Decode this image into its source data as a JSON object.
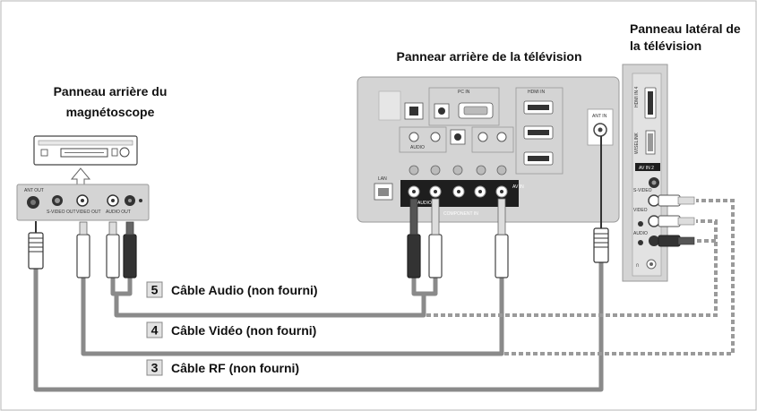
{
  "titles": {
    "vcr_line1": "Panneau arrière du",
    "vcr_line2": "magnétoscope",
    "tv_back": "Pannear arrière de la télévision",
    "tv_side_line1": "Panneau latéral de",
    "tv_side_line2": "la télévision"
  },
  "cables": [
    {
      "number": "5",
      "label": "Câble Audio (non fourni)"
    },
    {
      "number": "4",
      "label": "Câble Vidéo (non fourni)"
    },
    {
      "number": "3",
      "label": "Câble RF (non fourni)"
    }
  ],
  "vcr_panel": {
    "ant_out": "ANT OUT",
    "svideo_out": "S-VIDEO OUT",
    "video_out": "VIDEO OUT",
    "audio_out": "AUDIO OUT"
  },
  "tv_back_panel": {
    "pc_in": "PC IN",
    "audio": "AUDIO",
    "component_in": "COMPONENT IN",
    "lan": "LAN",
    "ant_in": "ANT IN",
    "hdmi_in": "HDMI IN",
    "av_in": "AV IN"
  },
  "tv_side_panel": {
    "av_in2": "AV IN 2",
    "svideo": "S-VIDEO",
    "video": "VIDEO",
    "audio": "AUDIO",
    "hdmi": "HDMI IN 4",
    "usb": "WISELINK"
  },
  "colors": {
    "cable_solid": "#8a8a8a",
    "cable_dashed": "#9a9a9a",
    "panel_fill": "#d4d4d4",
    "panel_stroke": "#9a9a9a"
  }
}
